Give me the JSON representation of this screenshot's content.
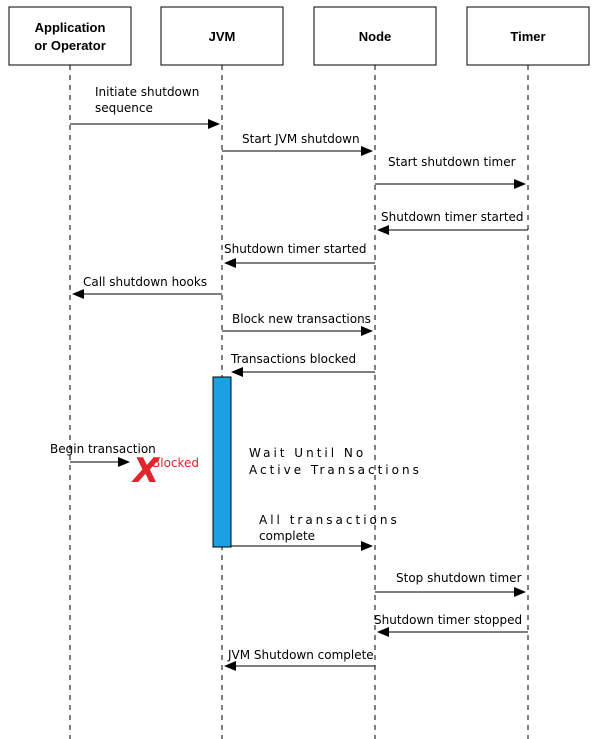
{
  "colors": {
    "activation": "#1ba1e2",
    "blocked": "#e0252c",
    "line": "#000000"
  },
  "actors": [
    {
      "id": "app",
      "label_lines": [
        "Application",
        "or Operator"
      ]
    },
    {
      "id": "jvm",
      "label_lines": [
        "JVM"
      ]
    },
    {
      "id": "node",
      "label_lines": [
        "Node"
      ]
    },
    {
      "id": "timer",
      "label_lines": [
        "Timer"
      ]
    }
  ],
  "messages": [
    {
      "id": "initiate-shutdown",
      "from": "app",
      "to": "jvm",
      "text_lines": [
        "Initiate shutdown",
        "sequence"
      ]
    },
    {
      "id": "start-jvm-shutdown",
      "from": "jvm",
      "to": "node",
      "text_lines": [
        "Start JVM shutdown"
      ]
    },
    {
      "id": "start-shutdown-timer",
      "from": "node",
      "to": "timer",
      "text_lines": [
        "Start shutdown timer"
      ]
    },
    {
      "id": "timer-started-to-node",
      "from": "timer",
      "to": "node",
      "text_lines": [
        "Shutdown timer started"
      ]
    },
    {
      "id": "timer-started-to-jvm",
      "from": "node",
      "to": "jvm",
      "text_lines": [
        "Shutdown timer started"
      ]
    },
    {
      "id": "call-shutdown-hooks",
      "from": "jvm",
      "to": "app",
      "text_lines": [
        "Call shutdown hooks"
      ]
    },
    {
      "id": "block-new-transactions",
      "from": "jvm",
      "to": "node",
      "text_lines": [
        "Block new transactions"
      ]
    },
    {
      "id": "transactions-blocked",
      "from": "node",
      "to": "jvm",
      "text_lines": [
        "Transactions blocked"
      ]
    },
    {
      "id": "begin-transaction",
      "from": "app",
      "to": "blocked",
      "text_lines": [
        "Begin transaction"
      ]
    },
    {
      "id": "all-transactions-complete",
      "from": "jvm",
      "to": "node",
      "text_lines": [
        "All transactions",
        "complete"
      ]
    },
    {
      "id": "stop-shutdown-timer",
      "from": "node",
      "to": "timer",
      "text_lines": [
        "Stop shutdown timer"
      ]
    },
    {
      "id": "timer-stopped",
      "from": "timer",
      "to": "node",
      "text_lines": [
        "Shutdown timer stopped"
      ]
    },
    {
      "id": "jvm-shutdown-complete",
      "from": "node",
      "to": "jvm",
      "text_lines": [
        "JVM Shutdown complete"
      ]
    }
  ],
  "blocked_marker": {
    "symbol": "X",
    "label": "Blocked"
  },
  "wait_note": {
    "lines": [
      "Wait Until No",
      "Active Transactions"
    ]
  }
}
